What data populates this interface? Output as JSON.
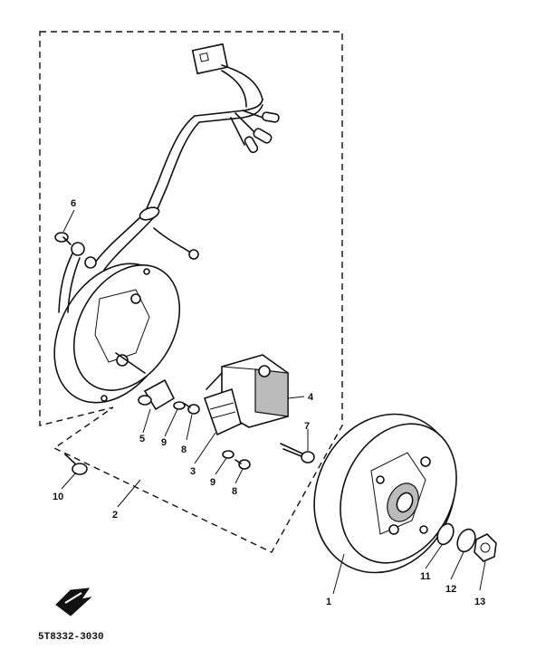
{
  "parts": [
    {
      "key": "flywheel",
      "label": "1"
    },
    {
      "key": "stator_assembly",
      "label": "2"
    },
    {
      "key": "pickup_coil",
      "label": "3"
    },
    {
      "key": "source_coil",
      "label": "4"
    },
    {
      "key": "contact_breaker",
      "label": "5"
    },
    {
      "key": "screw_upper",
      "label": "6"
    },
    {
      "key": "bolt",
      "label": "7"
    },
    {
      "key": "screw_a",
      "label": "8"
    },
    {
      "key": "washer_a",
      "label": "9"
    },
    {
      "key": "washer_b",
      "label": "9"
    },
    {
      "key": "screw_b",
      "label": "8"
    },
    {
      "key": "screw_lower",
      "label": "10"
    },
    {
      "key": "woodruff_key",
      "label": "11"
    },
    {
      "key": "lock_washer",
      "label": "12"
    },
    {
      "key": "nut",
      "label": "13"
    }
  ],
  "figure_code": "5T8332-3030",
  "icons": {
    "front_arrow": "front-arrow-icon"
  }
}
